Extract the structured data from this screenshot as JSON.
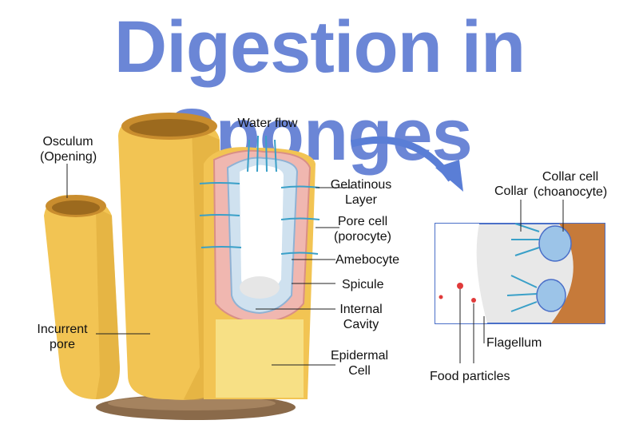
{
  "title": "Digestion in Sponges",
  "colors": {
    "title": "#6b86d6",
    "sponge_body": "#f2c453",
    "sponge_shadow": "#d9a536",
    "interior": "#ffffff",
    "arrow": "#5a7ed6",
    "rock": "#8a6a4a",
    "cell_blue": "#9cc4e8",
    "food_particle": "#e03a3a"
  },
  "labels": {
    "water_flow": "Water flow",
    "osculum_1": "Osculum",
    "osculum_2": "(Opening)",
    "incurrent_1": "Incurrent",
    "incurrent_2": "pore",
    "gelatinous_1": "Gelatinous",
    "gelatinous_2": "Layer",
    "pore_cell_1": "Pore cell",
    "pore_cell_2": "(porocyte)",
    "amebocyte": "Amebocyte",
    "spicule": "Spicule",
    "internal_1": "Internal",
    "internal_2": "Cavity",
    "epidermal_1": "Epidermal",
    "epidermal_2": "Cell",
    "collar": "Collar",
    "collar_cell_1": "Collar cell",
    "collar_cell_2": "(choanocyte)",
    "flagellum": "Flagellum",
    "food_particles": "Food particles"
  }
}
